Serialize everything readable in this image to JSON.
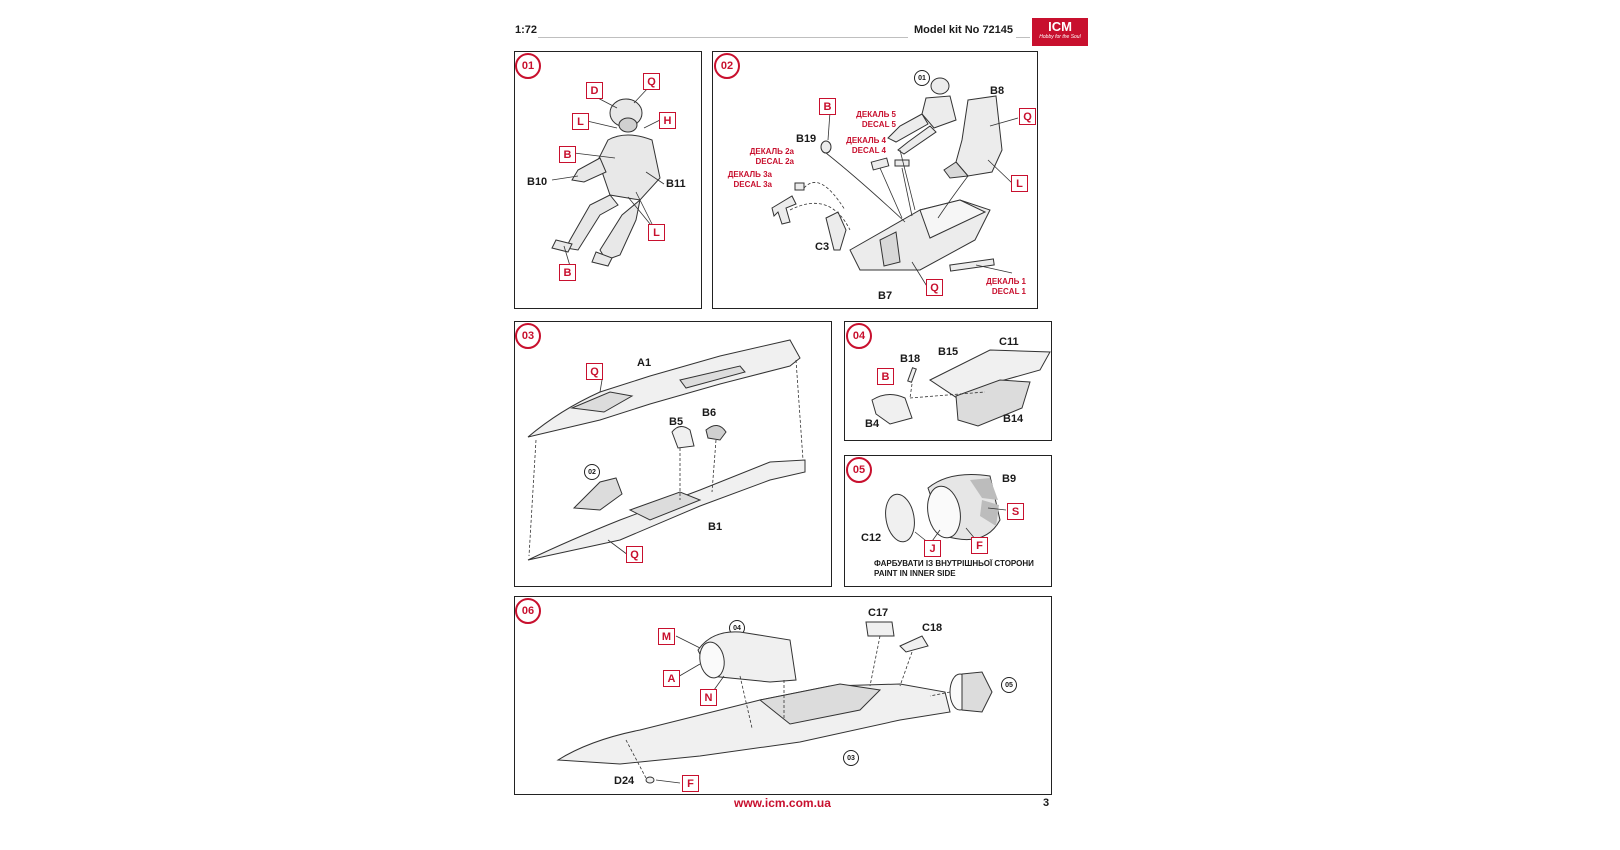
{
  "header": {
    "scale": "1:72",
    "model": "Model kit No 72145",
    "logo": "ICM",
    "logo_tagline": "Hobby for the Soul"
  },
  "steps": {
    "s01": {
      "num": "01",
      "parts": [
        "B10",
        "B11"
      ],
      "colors": [
        "D",
        "Q",
        "L",
        "H",
        "B",
        "L",
        "B"
      ]
    },
    "s02": {
      "num": "02",
      "sub": "01",
      "parts": [
        "B8",
        "B19",
        "C3",
        "B7"
      ],
      "colors": [
        "B",
        "Q",
        "L",
        "Q"
      ],
      "decals": {
        "d5": [
          "ДЕКАЛЬ 5",
          "DECAL 5"
        ],
        "d4": [
          "ДЕКАЛЬ 4",
          "DECAL 4"
        ],
        "d2a": [
          "ДЕКАЛЬ 2а",
          "DECAL 2a"
        ],
        "d3a": [
          "ДЕКАЛЬ 3а",
          "DECAL 3a"
        ],
        "d1": [
          "ДЕКАЛЬ 1",
          "DECAL 1"
        ]
      }
    },
    "s03": {
      "num": "03",
      "sub": "02",
      "parts": [
        "A1",
        "B5",
        "B6",
        "B1"
      ],
      "colors": [
        "Q",
        "Q"
      ]
    },
    "s04": {
      "num": "04",
      "parts": [
        "B18",
        "B15",
        "C11",
        "B4",
        "B14"
      ],
      "colors": [
        "B"
      ]
    },
    "s05": {
      "num": "05",
      "parts": [
        "B9",
        "C12"
      ],
      "colors": [
        "S",
        "J",
        "F"
      ],
      "paint_note": [
        "ФАРБУВАТИ ІЗ ВНУТРІШНЬОЇ СТОРОНИ",
        "PAINT IN INNER SIDE"
      ]
    },
    "s06": {
      "num": "06",
      "subs": [
        "04",
        "05",
        "03"
      ],
      "parts": [
        "C17",
        "C18",
        "D24"
      ],
      "colors": [
        "M",
        "A",
        "N",
        "F"
      ]
    }
  },
  "footer": {
    "url": "www.icm.com.ua",
    "page": "3"
  },
  "colors": {
    "accent": "#c8102e",
    "line": "#222222"
  }
}
